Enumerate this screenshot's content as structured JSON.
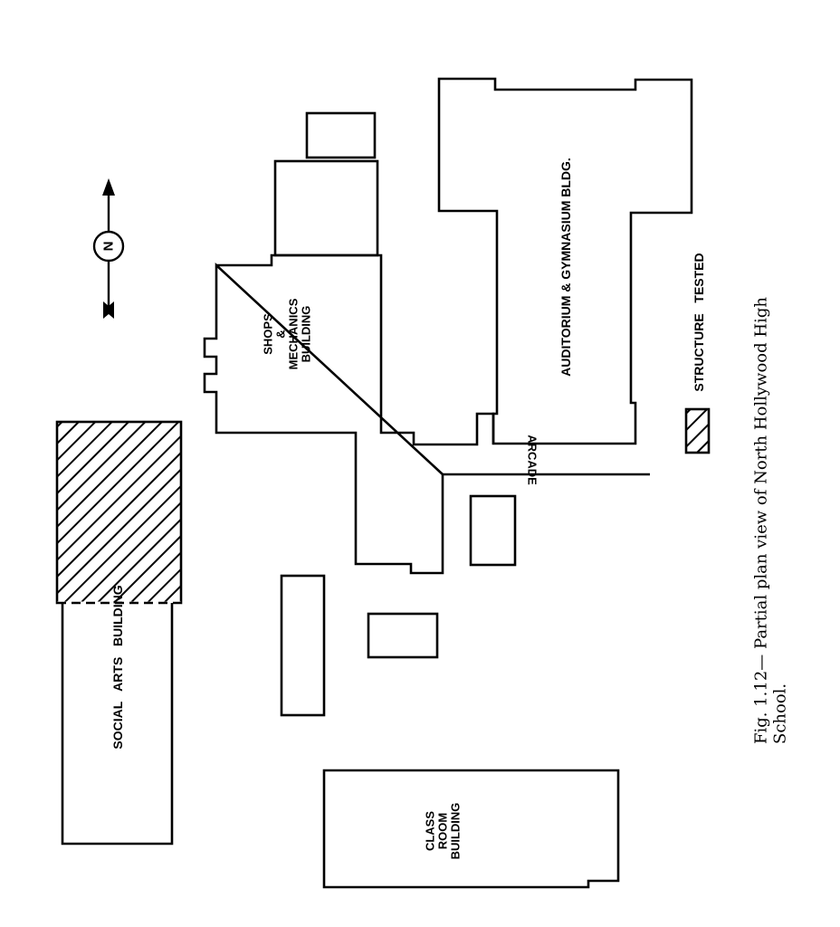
{
  "figure": {
    "caption_line1": "Fig. 1.12— Partial plan view of North Hollywood High",
    "caption_line2": "School."
  },
  "north_arrow": {
    "letter": "N",
    "icon": "north-arrow-icon"
  },
  "legend": {
    "label": "STRUCTURE   TESTED",
    "swatch": "hatch-pattern"
  },
  "buildings": {
    "auditorium": {
      "label": "AUDITORIUM & GYMNASIUM BLDG."
    },
    "shops": {
      "line1": "SHOPS",
      "line2": "&",
      "line3": "MECHANICS",
      "line4": "BUILDING"
    },
    "social_arts": {
      "label": "SOCIAL   ARTS   BUILDING",
      "tested": true
    },
    "classroom": {
      "line1": "CLASS",
      "line2": "ROOM",
      "line3": "BUILDING"
    },
    "arcade": {
      "label": "ARCADE"
    }
  },
  "colors": {
    "ink": "#000000",
    "paper": "#ffffff"
  }
}
